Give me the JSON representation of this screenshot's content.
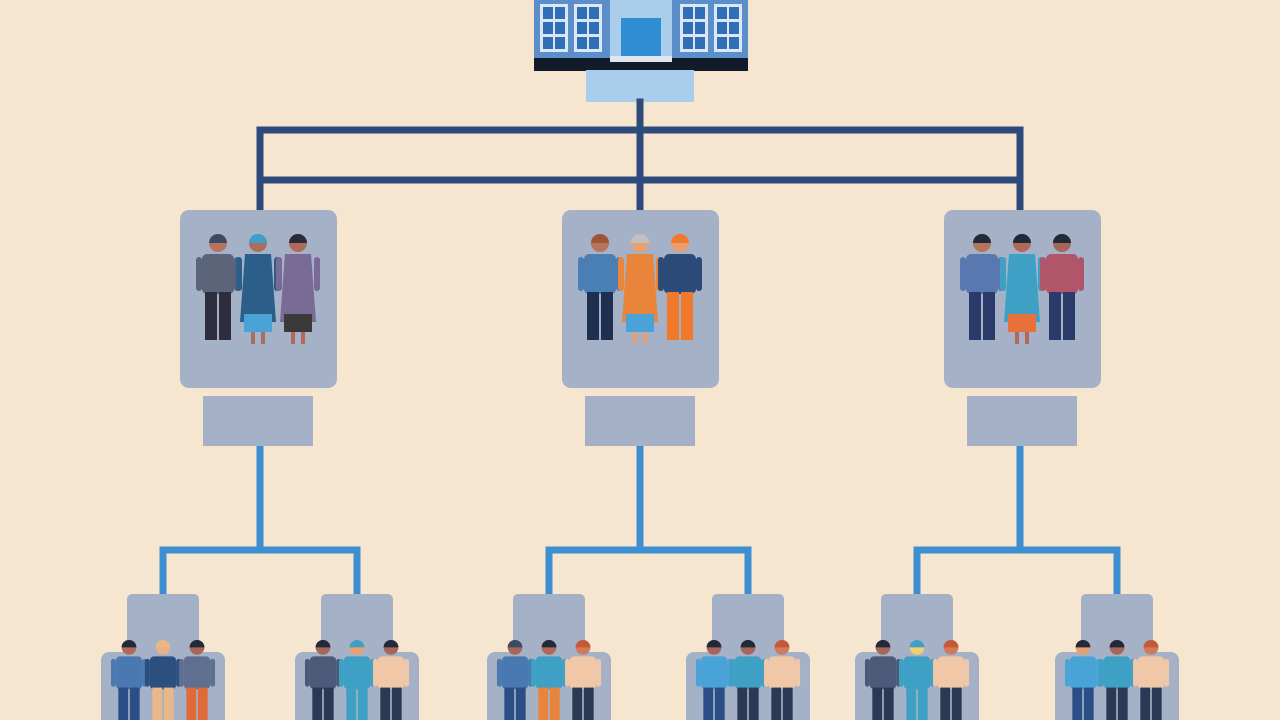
{
  "diagram": {
    "type": "org-chart",
    "background_color": "#f6e6d0",
    "line_color_top": "#2e4a7d",
    "line_color_lower": "#3d8fd1",
    "box_color": "#a4b1c6",
    "root": {
      "icon": "building-icon",
      "children": [
        {
          "id": "group-left",
          "label": "",
          "people": [
            {
              "shirt": "#5b6478",
              "pants": "#2d2d3d",
              "skin": "#b8735c",
              "hair": "#3d4a66",
              "dress": false
            },
            {
              "shirt": "#2c5e8a",
              "pants": "#4aa3d6",
              "skin": "#a8705c",
              "hair": "#3d9ec9",
              "dress": true
            },
            {
              "shirt": "#7a6a96",
              "pants": "#3a3a3a",
              "skin": "#b06a5a",
              "hair": "#2a2a3a",
              "dress": true
            }
          ],
          "children": [
            {
              "id": "team-1",
              "people": [
                {
                  "shirt": "#4a78b0",
                  "pants": "#2a4e85",
                  "skin": "#b06a5a",
                  "hair": "#1f2a3a"
                },
                {
                  "shirt": "#2c4f80",
                  "pants": "#e8b78a",
                  "skin": "#e8b08a",
                  "hair": "#e8b78a"
                },
                {
                  "shirt": "#5f6f8f",
                  "pants": "#e06a3a",
                  "skin": "#a8665a",
                  "hair": "#1f2a3a"
                }
              ]
            },
            {
              "id": "team-2",
              "people": [
                {
                  "shirt": "#4a5a78",
                  "pants": "#2a3a55",
                  "skin": "#a8665a",
                  "hair": "#1f2a3a"
                },
                {
                  "shirt": "#3da0c4",
                  "pants": "#3da0c4",
                  "skin": "#f0a070",
                  "hair": "#3da0c4"
                },
                {
                  "shirt": "#f0c8a8",
                  "pants": "#2a3a55",
                  "skin": "#a8665a",
                  "hair": "#1f2a3a"
                }
              ]
            }
          ]
        },
        {
          "id": "group-center",
          "label": "",
          "people": [
            {
              "shirt": "#4a7fb5",
              "pants": "#1f2f4f",
              "skin": "#b8735c",
              "hair": "#a0543a",
              "dress": false
            },
            {
              "shirt": "#e8853a",
              "pants": "#4aa3d6",
              "skin": "#e8a070",
              "hair": "#c0c0c0",
              "dress": true
            },
            {
              "shirt": "#2c4a78",
              "pants": "#f07a2a",
              "skin": "#e8a070",
              "hair": "#f07a2a",
              "dress": false
            }
          ],
          "children": [
            {
              "id": "team-3",
              "people": [
                {
                  "shirt": "#4a78b0",
                  "pants": "#2a4e85",
                  "skin": "#a8665a",
                  "hair": "#3d4a66"
                },
                {
                  "shirt": "#3da0c4",
                  "pants": "#e8853a",
                  "skin": "#b06a5a",
                  "hair": "#1f2a3a"
                },
                {
                  "shirt": "#f0c8a8",
                  "pants": "#2a3a55",
                  "skin": "#d07a5a",
                  "hair": "#c05a3a"
                }
              ]
            },
            {
              "id": "team-4",
              "people": [
                {
                  "shirt": "#4aa3d6",
                  "pants": "#2a4e85",
                  "skin": "#a8665a",
                  "hair": "#1f2a3a"
                },
                {
                  "shirt": "#3da0c4",
                  "pants": "#2a3a55",
                  "skin": "#a8665a",
                  "hair": "#1f2a3a"
                },
                {
                  "shirt": "#f0c8a8",
                  "pants": "#2a3a55",
                  "skin": "#d07a5a",
                  "hair": "#c05a3a"
                }
              ]
            }
          ]
        },
        {
          "id": "group-right",
          "label": "",
          "people": [
            {
              "shirt": "#5a78b0",
              "pants": "#2a3a6a",
              "skin": "#b8735c",
              "hair": "#1f2a3a",
              "dress": false
            },
            {
              "shirt": "#3da0c4",
              "pants": "#e8703a",
              "skin": "#b06a5a",
              "hair": "#1f2a3a",
              "dress": true
            },
            {
              "shirt": "#b0556a",
              "pants": "#2a3a6a",
              "skin": "#a8665a",
              "hair": "#1f2a3a",
              "dress": false
            }
          ],
          "children": [
            {
              "id": "team-5",
              "people": [
                {
                  "shirt": "#4a5a78",
                  "pants": "#2a3a55",
                  "skin": "#a8665a",
                  "hair": "#1f2a3a"
                },
                {
                  "shirt": "#3da0c4",
                  "pants": "#3da0c4",
                  "skin": "#f0d070",
                  "hair": "#3da0c4"
                },
                {
                  "shirt": "#f0c8a8",
                  "pants": "#2a3a55",
                  "skin": "#d07a5a",
                  "hair": "#c05a3a"
                }
              ]
            },
            {
              "id": "team-6",
              "people": [
                {
                  "shirt": "#4aa3d6",
                  "pants": "#2a4e85",
                  "skin": "#e8a070",
                  "hair": "#1f2a3a"
                },
                {
                  "shirt": "#3da0c4",
                  "pants": "#2a3a55",
                  "skin": "#a8665a",
                  "hair": "#1f2a3a"
                },
                {
                  "shirt": "#f0c8a8",
                  "pants": "#2a3a55",
                  "skin": "#d07a5a",
                  "hair": "#c05a3a"
                }
              ]
            }
          ]
        }
      ]
    }
  }
}
